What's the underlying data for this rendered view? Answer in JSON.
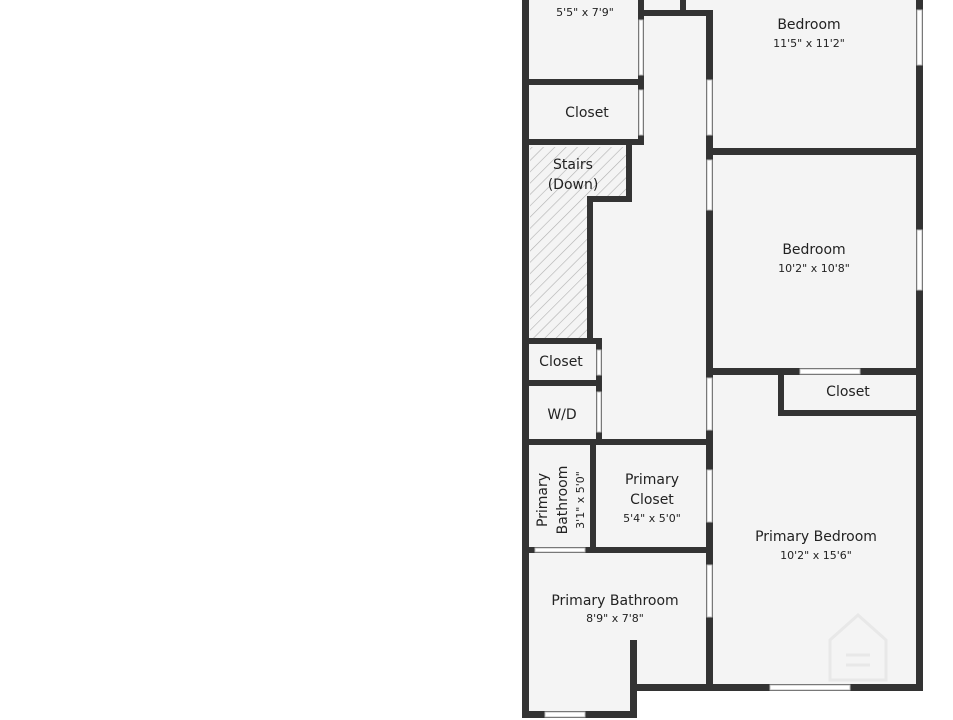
{
  "rooms": {
    "top_left": {
      "dim": "5'5\" x 7'9\""
    },
    "bedroom1": {
      "name": "Bedroom",
      "dim": "11'5\" x 11'2\""
    },
    "closet1": {
      "name": "Closet"
    },
    "stairs": {
      "line1": "Stairs",
      "line2": "(Down)"
    },
    "bedroom2": {
      "name": "Bedroom",
      "dim": "10'2\" x 10'8\""
    },
    "closet2": {
      "name": "Closet"
    },
    "closet3": {
      "name": "Closet"
    },
    "wd": {
      "name": "W/D"
    },
    "pri_bath_small": {
      "line1": "Primary",
      "line2": "Bathroom",
      "dim": "3'1\" x 5'0\""
    },
    "pri_closet": {
      "line1": "Primary",
      "line2": "Closet",
      "dim": "5'4\" x 5'0\""
    },
    "pri_bedroom": {
      "name": "Primary Bedroom",
      "dim": "10'2\" x 15'6\""
    },
    "pri_bath": {
      "name": "Primary Bathroom",
      "dim": "8'9\" x 7'8\""
    }
  },
  "colors": {
    "wall": "#333333",
    "floor": "#f4f4f4",
    "background": "#ffffff"
  }
}
